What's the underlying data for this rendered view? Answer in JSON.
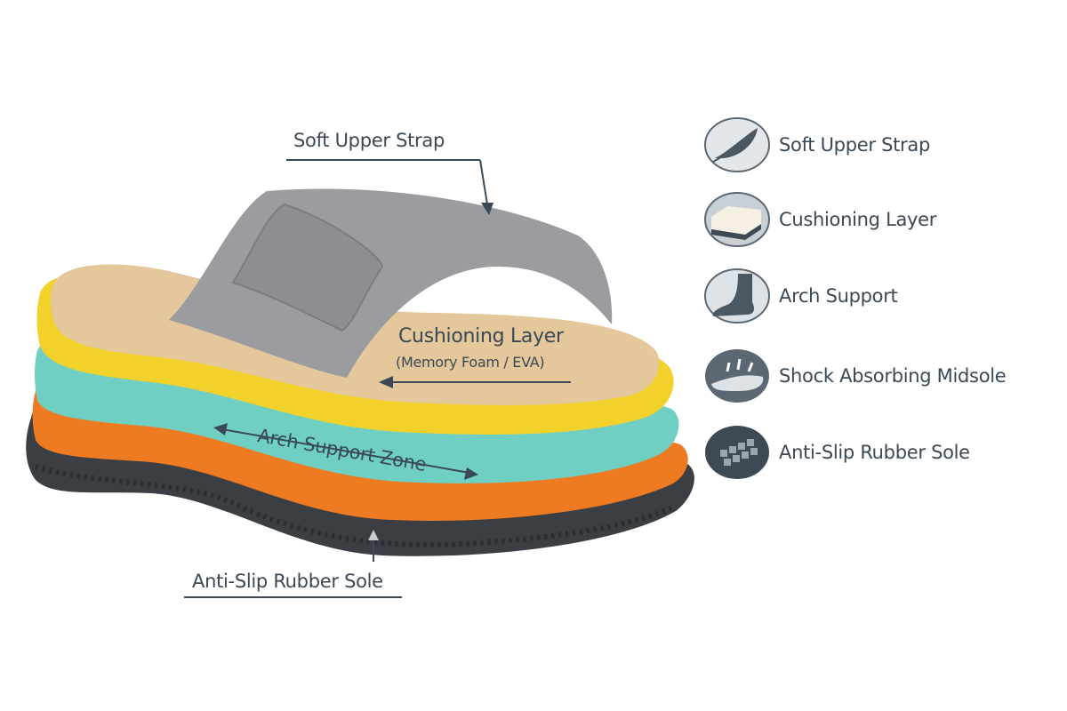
{
  "callouts": {
    "strap": "Soft Upper Strap",
    "cushion": "Cushioning Layer",
    "cushion_sub": "(Memory Foam / EVA)",
    "arch": "Arch Support Zone",
    "sole": "Anti-Slip Rubber Sole"
  },
  "features": [
    {
      "label": "Soft Upper Strap",
      "icon": "feather-icon"
    },
    {
      "label": "Cushioning Layer",
      "icon": "foam-block-icon"
    },
    {
      "label": "Arch Support",
      "icon": "foot-icon"
    },
    {
      "label": "Shock Absorbing Midsole",
      "icon": "shock-midsole-icon"
    },
    {
      "label": "Anti-Slip Rubber Sole",
      "icon": "tread-grid-icon"
    }
  ],
  "colors": {
    "text": "#3a4955",
    "sole": "#3b3f44",
    "orange": "#ee7a22",
    "teal": "#6fcfc2",
    "yellow": "#f3d12b",
    "insole": "#e4c79b",
    "strap": "#9a9c9f"
  }
}
